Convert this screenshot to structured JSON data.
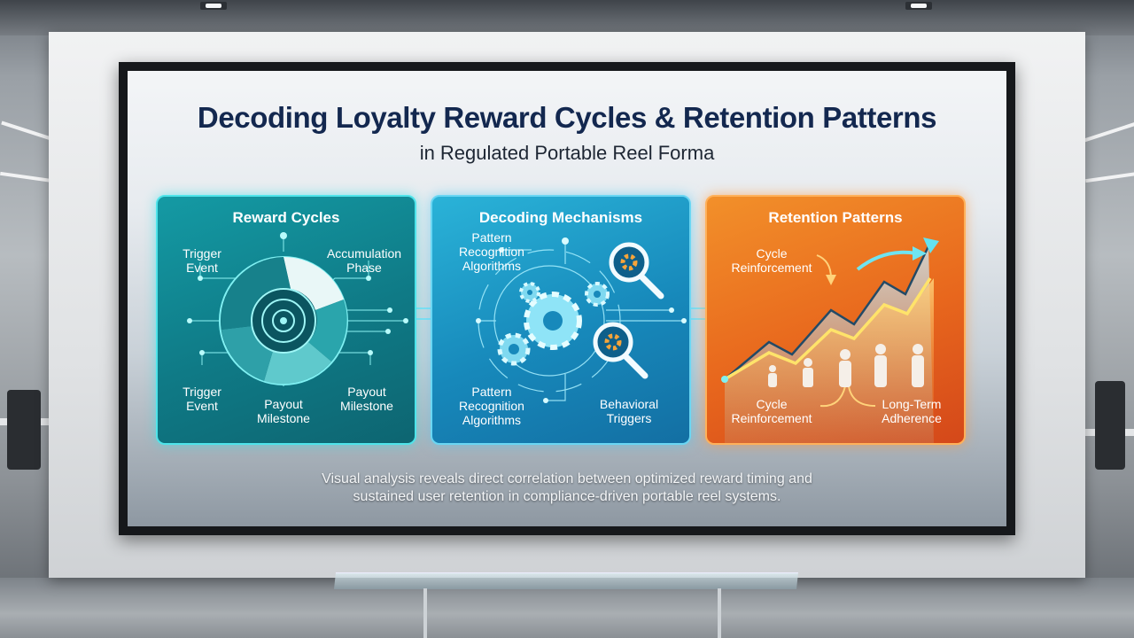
{
  "slide": {
    "title": "Decoding Loyalty Reward Cycles & Retention Patterns",
    "subtitle": "in Regulated Portable Reel Forma",
    "caption_line1": "Visual analysis reveals direct correlation between optimized reward timing and",
    "caption_line2": "sustained user retention in compliance-driven portable reel systems."
  },
  "panels": {
    "reward": {
      "title": "Reward Cycles",
      "trigger_top": "Trigger\nEvent",
      "accumulation": "Accumulation\nPhase",
      "trigger_bottom": "Trigger\nEvent",
      "payout_center": "Payout\nMilestone",
      "payout_right": "Payout\nMilestone"
    },
    "decoding": {
      "title": "Decoding Mechanisms",
      "pattern_top": "Pattern\nRecognition\nAlgorithms",
      "pattern_bottom": "Pattern\nRecognition\nAlgorithms",
      "behavioral": "Behavioral\nTriggers"
    },
    "retention": {
      "title": "Retention Patterns",
      "cycle_top": "Cycle\nReinforcement",
      "cycle_bottom": "Cycle\nReinforcement",
      "long_term": "Long-Term\nAdherence"
    }
  },
  "colors": {
    "title": "#13284f",
    "panel_teal": "#0f7a86",
    "panel_blue": "#1789bb",
    "panel_orange": "#e8671d",
    "glow": "#4fe4ea"
  },
  "icons": [
    "cycle-wheel-icon",
    "gear-icon",
    "magnifier-icon",
    "person-icon",
    "growth-arrow-icon"
  ]
}
